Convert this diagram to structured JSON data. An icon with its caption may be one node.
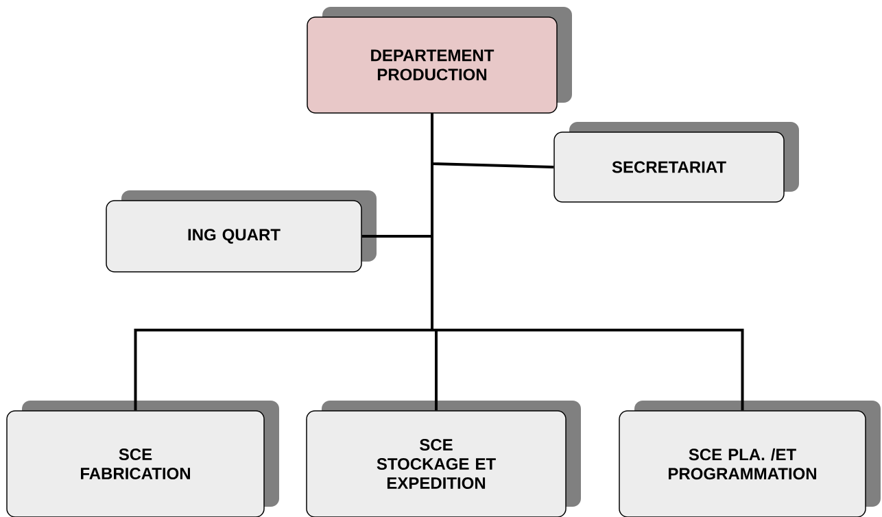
{
  "diagram": {
    "nodes": [
      {
        "text": [
          "DEPARTEMENT PRODUCTION"
        ]
      },
      {
        "text": [
          "SECRETARIAT"
        ]
      },
      {
        "text": [
          "ING QUART"
        ]
      },
      {
        "text": [
          "SCE FABRICATION"
        ]
      },
      {
        "text": [
          "SCE STOCKAGE ET EXPEDITION"
        ]
      },
      {
        "text": [
          "SCE PLA. /ET PROGRAMMATION"
        ]
      }
    ],
    "edges": [
      {
        "from": 0,
        "to": 1,
        "arrow": "none"
      },
      {
        "from": 0,
        "to": 2,
        "arrow": "none"
      },
      {
        "from": 0,
        "to": 3,
        "arrow": "none"
      },
      {
        "from": 0,
        "to": 4,
        "arrow": "none"
      },
      {
        "from": 0,
        "to": 5,
        "arrow": "none"
      }
    ]
  }
}
